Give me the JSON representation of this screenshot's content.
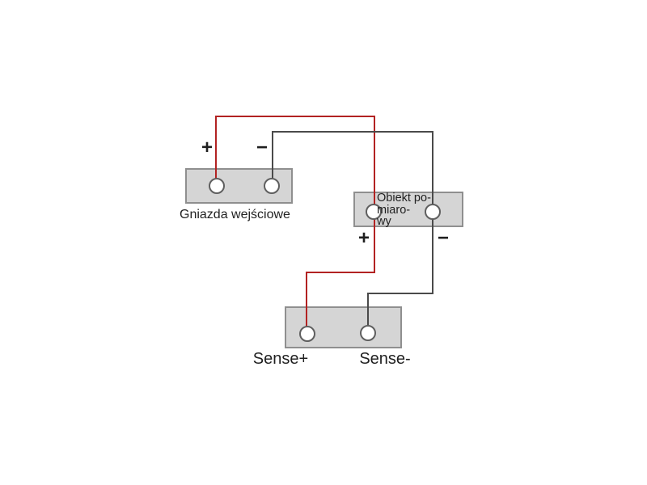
{
  "labels": {
    "input_block": "Gniazda wejściowe",
    "object_block": "Obiekt po-\nmiaro-\nwy",
    "sense_plus": "Sense+",
    "sense_minus": "Sense-"
  },
  "signs": {
    "plus": "+",
    "minus": "−"
  },
  "colors": {
    "wire_positive": "#b22222",
    "wire_negative": "#4a4a4a",
    "block_fill": "#d5d5d5",
    "block_border": "#8f8f8f",
    "terminal_border": "#5f5f5f",
    "text": "#1f1f1f",
    "background": "#ffffff"
  }
}
